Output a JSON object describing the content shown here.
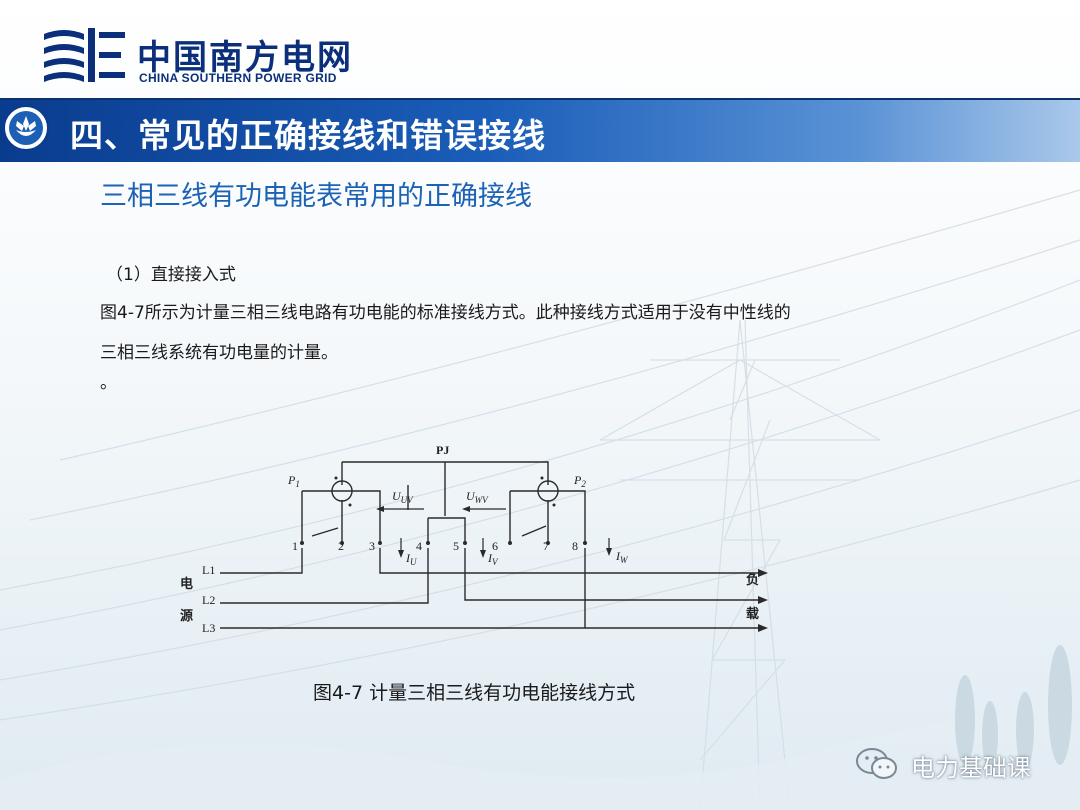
{
  "brand": {
    "name_cn": "中国南方电网",
    "name_en": "CHINA SOUTHERN POWER GRID",
    "color": "#0b2f7a"
  },
  "header": {
    "title": "四、常见的正确接线和错误接线",
    "bar_color": "#1a5db8"
  },
  "subtitle": "三相三线有功电能表常用的正确接线",
  "paragraphs": {
    "p1": "（1）直接接入式",
    "p2": "图4-7所示为计量三相三线电路有功电能的标准接线方式。此种接线方式适用于没有中性线的",
    "p3": "三相三线系统有功电量的计量。",
    "p4": "。"
  },
  "diagram": {
    "meter": "PJ",
    "p1": "P",
    "p1_sub": "1",
    "p2": "P",
    "p2_sub": "2",
    "u_uv": "U",
    "u_uv_sub": "UV",
    "u_wv": "U",
    "u_wv_sub": "WV",
    "terminals": [
      "1",
      "2",
      "3",
      "4",
      "5",
      "6",
      "7",
      "8"
    ],
    "current_u": "I",
    "current_u_sub": "U",
    "current_v": "I",
    "current_v_sub": "V",
    "current_w": "I",
    "current_w_sub": "W",
    "lines": [
      "L1",
      "L2",
      "L3"
    ],
    "source_chars": [
      "电",
      "源"
    ],
    "load_chars": [
      "负",
      "载"
    ]
  },
  "caption": "图4-7  计量三相三线有功电能接线方式",
  "watermark": "电力基础课"
}
